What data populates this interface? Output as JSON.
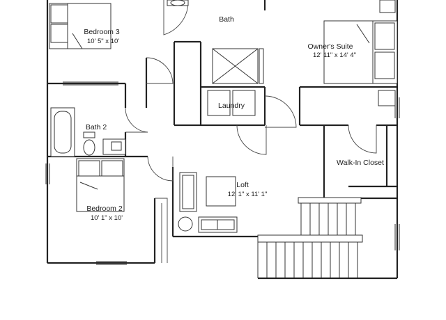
{
  "rooms": {
    "bath": {
      "name": "Bath"
    },
    "bedroom3": {
      "name": "Bedroom 3",
      "size": "10' 5\" x 10'"
    },
    "owners_suite": {
      "name": "Owner's Suite",
      "size": "12' 11\" x 14' 4\""
    },
    "laundry": {
      "name": "Laundry"
    },
    "bath2": {
      "name": "Bath 2"
    },
    "walk_in_closet": {
      "name": "Walk-In Closet"
    },
    "loft": {
      "name": "Loft",
      "size": "12' 1\" x 11' 1\""
    },
    "bedroom2": {
      "name": "Bedroom 2",
      "size": "10' 1\" x 10'"
    }
  },
  "colors": {
    "line": "#222222",
    "background": "#ffffff"
  }
}
